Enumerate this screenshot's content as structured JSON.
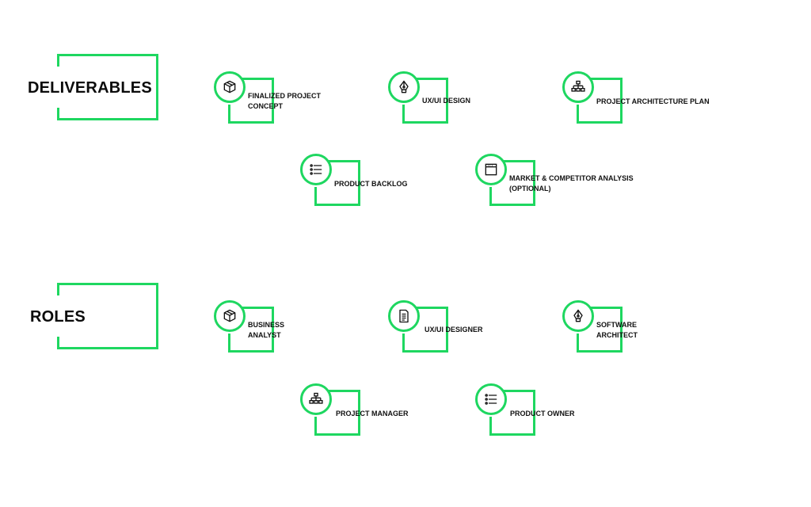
{
  "deliverables": {
    "title": "DELIVERABLES",
    "items": [
      {
        "label": "FINALIZED PROJECT\nCONCEPT",
        "icon": "box-icon"
      },
      {
        "label": "UX/UI DESIGN",
        "icon": "pen-tool-icon"
      },
      {
        "label": "PROJECT ARCHITECTURE PLAN",
        "icon": "org-chart-icon"
      },
      {
        "label": "PRODUCT BACKLOG",
        "icon": "list-icon"
      },
      {
        "label": "MARKET & COMPETITOR ANALYSIS\n(OPTIONAL)",
        "icon": "browser-window-icon"
      }
    ]
  },
  "roles": {
    "title": "ROLES",
    "items": [
      {
        "label": "BUSINESS\nANALYST",
        "icon": "box-icon"
      },
      {
        "label": "UX/UI DESIGNER",
        "icon": "document-icon"
      },
      {
        "label": "SOFTWARE\nARCHITECT",
        "icon": "pen-tool-icon"
      },
      {
        "label": "PROJECT MANAGER",
        "icon": "org-chart-icon"
      },
      {
        "label": "PRODUCT OWNER",
        "icon": "list-icon"
      }
    ]
  },
  "colors": {
    "accent": "#1ed760",
    "text": "#111111"
  }
}
